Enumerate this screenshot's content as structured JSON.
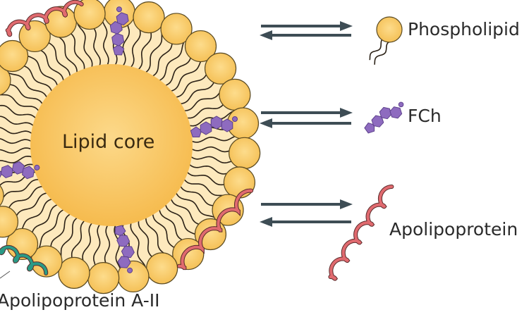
{
  "diagram": {
    "core_label": "Lipid core",
    "components": [
      {
        "id": "phospholipid",
        "label": "Phospholipid"
      },
      {
        "id": "fch",
        "label": "FCh"
      },
      {
        "id": "apolipoprotein",
        "label": "Apolipoprotein"
      }
    ],
    "bottom_label": "Apolipoprotein A-II",
    "colors": {
      "head": "#f6c55a",
      "shell": "#fde9bd",
      "core": "#f8c25c",
      "cholesterol": "#8e6bbf",
      "apo": "#e06a6f",
      "apo_a2": "#2a9a86",
      "arrow": "#3e4d55"
    }
  }
}
